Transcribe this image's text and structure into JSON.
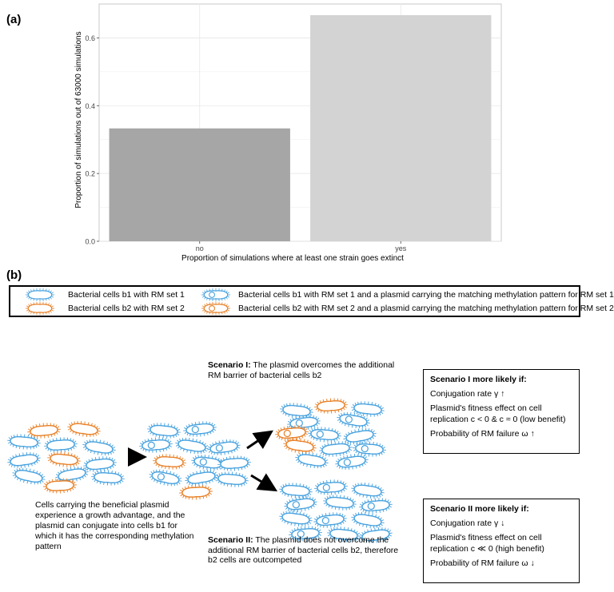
{
  "panel_a_label": "(a)",
  "panel_b_label": "(b)",
  "chart_data": {
    "type": "bar",
    "categories": [
      "no",
      "yes"
    ],
    "values": [
      0.333,
      0.667
    ],
    "xlabel": "Proportion of simulations where at least one strain goes extinct",
    "ylabel": "Proportion of simulations out of 63000 simulations",
    "ylim": [
      0,
      0.7
    ],
    "yticks": [
      "0.0",
      "0.2",
      "0.4",
      "0.6"
    ],
    "grid": true,
    "colors": [
      "#a6a6a6",
      "#d3d3d3"
    ]
  },
  "legend": {
    "items": [
      {
        "text": "Bacterial cells b1 with RM set 1",
        "color": "#4aa3df",
        "plasmid": false
      },
      {
        "text": "Bacterial cells b2 with RM set 2",
        "color": "#e8822a",
        "plasmid": false
      },
      {
        "text": "Bacterial cells b1 with RM set 1 and a plasmid carrying the matching methylation pattern for RM set 1",
        "color": "#4aa3df",
        "plasmid": true
      },
      {
        "text": "Bacterial cells b2 with RM set 2 and a plasmid carrying the matching methylation pattern for RM set 2",
        "color": "#e8822a",
        "plasmid": true
      }
    ]
  },
  "scenario1": {
    "label": "Scenario I:",
    "text": "The plasmid overcomes the additional RM barrier of bacterial cells b2"
  },
  "scenario2": {
    "label": "Scenario II:",
    "text": "The plasmid does not overcome the additional RM barrier of bacterial cells b2, therefore b2 cells are outcompeted"
  },
  "caption": "Cells carrying the beneficial plasmid experience a growth advantage, and the plasmid can conjugate into cells b1 for which it has the corresponding methylation pattern",
  "box1": {
    "title": "Scenario I more likely if:",
    "conj": "Conjugation rate γ ↑",
    "fit1": "Plasmid's fitness effect on cell",
    "fit2": "replication c < 0 & c ≈ 0 (low benefit)",
    "fail": "Probability of RM failure ω ↑"
  },
  "box2": {
    "title": "Scenario II more likely if:",
    "conj": "Conjugation rate γ ↓",
    "fit1": "Plasmid's fitness effect on cell",
    "fit2": "replication c ≪ 0 (high benefit)",
    "fail": "Probability of RM failure ω ↓"
  }
}
